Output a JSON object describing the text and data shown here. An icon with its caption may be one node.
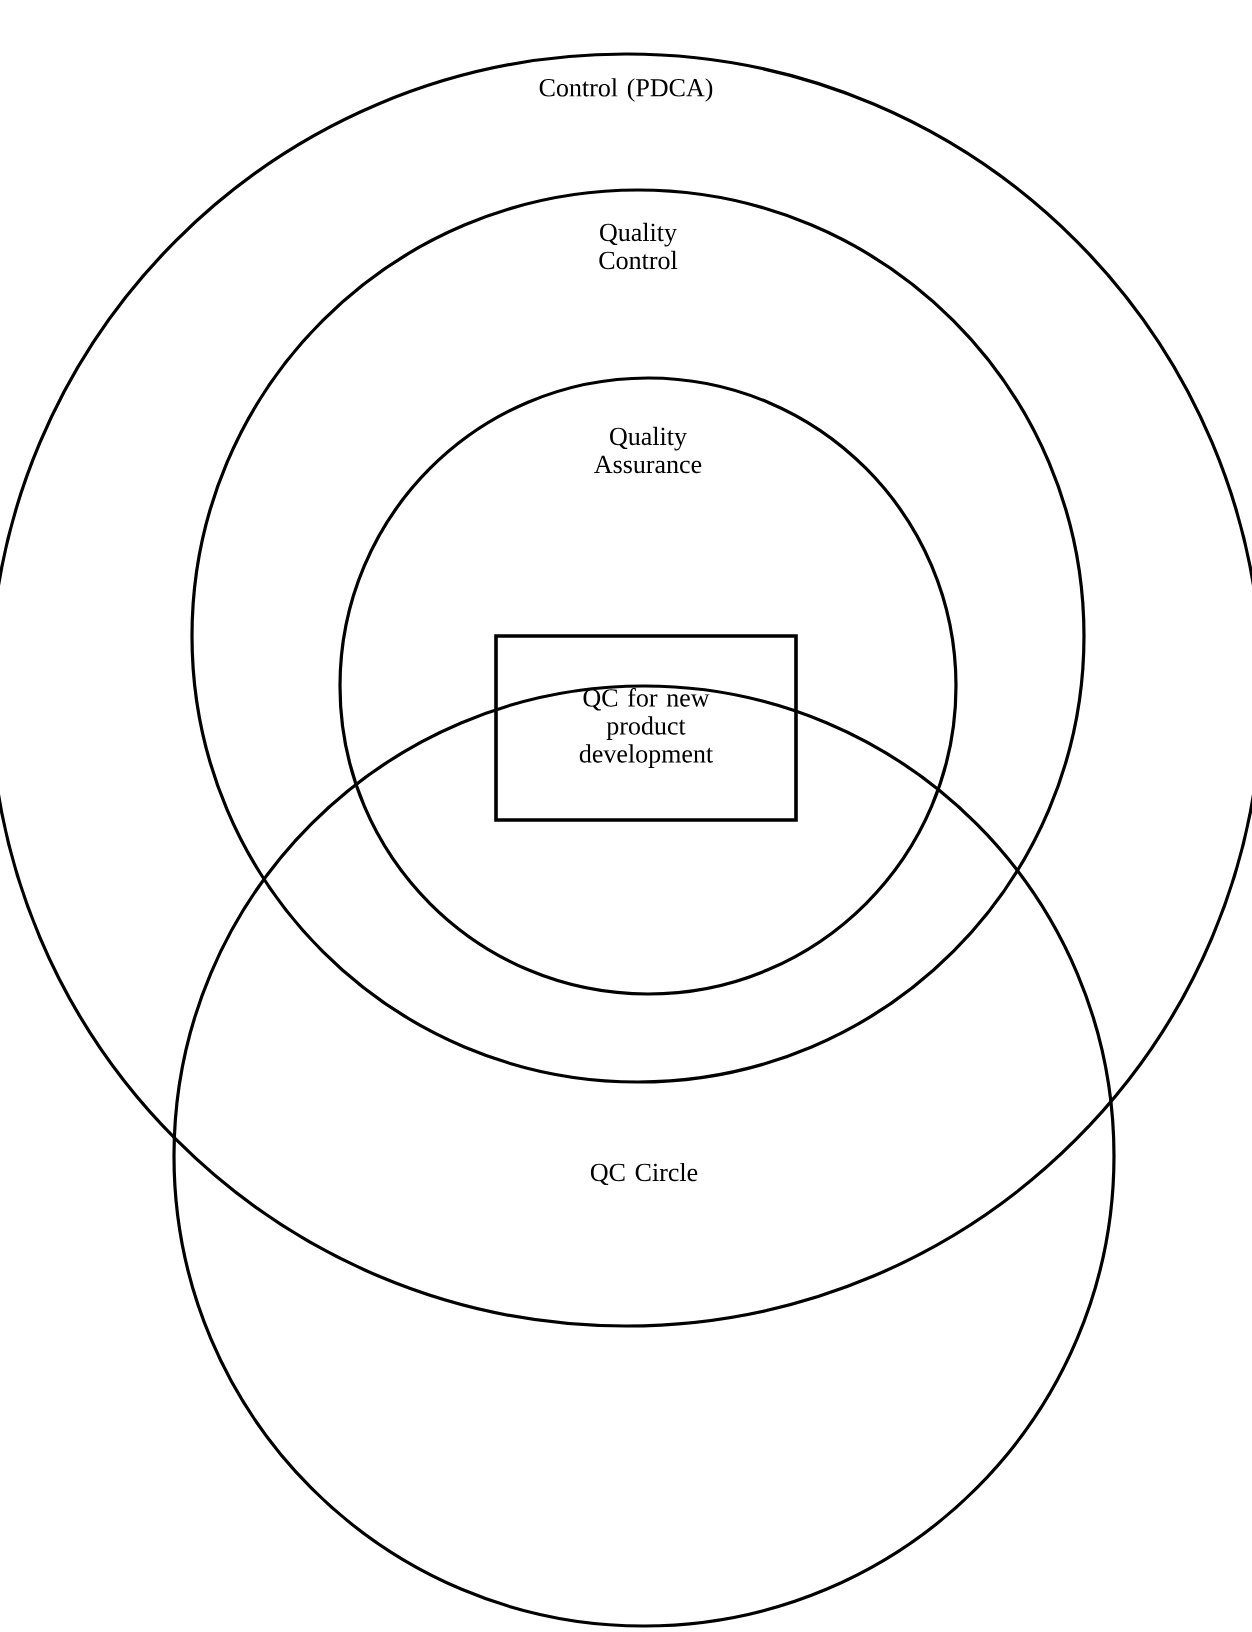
{
  "diagram": {
    "nodes": [
      {
        "text": [
          "Control (PDCA)"
        ]
      },
      {
        "text": [
          "Quality Control"
        ],
        "in": 0
      },
      {
        "text": [
          "Quality Assurance"
        ],
        "in": 1
      },
      {
        "text": [
          "QC for new product development"
        ],
        "in": 2
      },
      {
        "text": [
          "QC Circle"
        ]
      }
    ]
  }
}
